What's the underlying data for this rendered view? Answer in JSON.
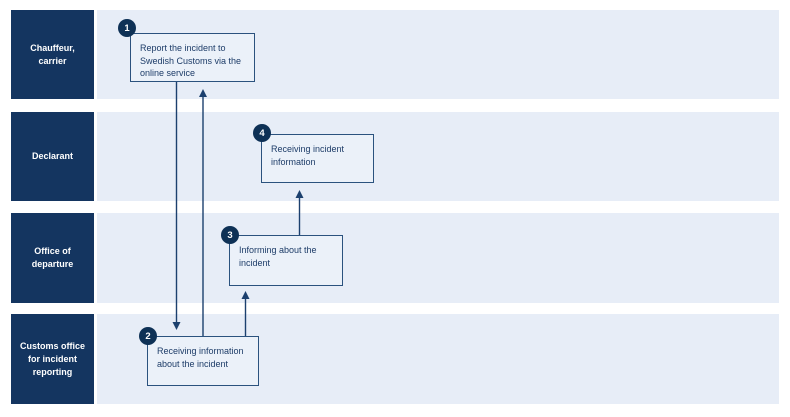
{
  "colors": {
    "navy": "#143560",
    "badge_navy": "#0e3156",
    "lane_fill": "#e7edf7",
    "box_fill": "#ebf1f9",
    "box_border": "#2b527e",
    "arrow": "#1c406e",
    "box_text": "#1d3c68",
    "label_text": "#ffffff",
    "page_bg": "#ffffff"
  },
  "lanes": [
    {
      "label": "Chauffeur, carrier",
      "label_lines": [
        "Chauffeur,",
        "carrier"
      ]
    },
    {
      "label": "Declarant",
      "label_lines": [
        "Declarant"
      ]
    },
    {
      "label": "Office of departure",
      "label_lines": [
        "Office of",
        "departure"
      ]
    },
    {
      "label": "Customs office for incident reporting",
      "label_lines": [
        "Customs office",
        "for incident",
        "reporting"
      ]
    }
  ],
  "steps": [
    {
      "number": "1",
      "lane": "Chauffeur, carrier",
      "text": "Report the incident to Swedish Customs via the online service",
      "text_lines": [
        "Report the incident to",
        "Swedish Customs via the",
        "online service"
      ]
    },
    {
      "number": "2",
      "lane": "Customs office for incident reporting",
      "text": "Receiving information about the incident",
      "text_lines": [
        "Receiving information",
        "about the incident"
      ]
    },
    {
      "number": "3",
      "lane": "Office of departure",
      "text": "Informing about the incident",
      "text_lines": [
        "Informing about the",
        "incident"
      ]
    },
    {
      "number": "4",
      "lane": "Declarant",
      "text": "Receiving incident information",
      "text_lines": [
        "Receiving incident",
        "information"
      ]
    }
  ],
  "connections": [
    {
      "from_step": "1",
      "to_step": "2",
      "direction": "down"
    },
    {
      "from_step": "2",
      "to_step": "1",
      "direction": "up"
    },
    {
      "from_step": "2",
      "to_step": "3",
      "direction": "up"
    },
    {
      "from_step": "3",
      "to_step": "4",
      "direction": "up"
    }
  ]
}
